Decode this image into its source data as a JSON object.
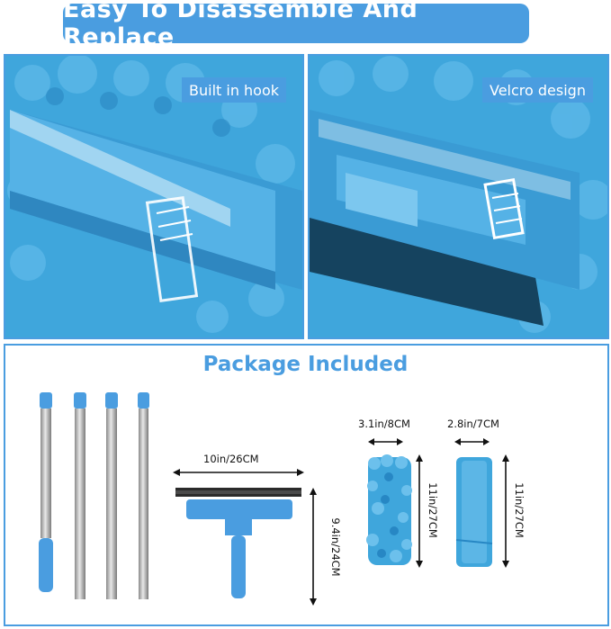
{
  "banner": {
    "title": "Easy To Disassemble And Replace"
  },
  "panels": [
    {
      "label": "Built in hook"
    },
    {
      "label": "Velcro design"
    }
  ],
  "package": {
    "title": "Package Included",
    "squeegee_width": "10in/26CM",
    "squeegee_height": "9.4in/24CM",
    "chenille_width": "3.1in/8CM",
    "chenille_height": "11in/27CM",
    "microfiber_width": "2.8in/7CM",
    "microfiber_height": "11in/27CM"
  },
  "colors": {
    "accent": "#4a9de0",
    "product_blue": "#3aa0d8",
    "dark_blue": "#1f6fa8",
    "metal": "#b8b8b8"
  }
}
